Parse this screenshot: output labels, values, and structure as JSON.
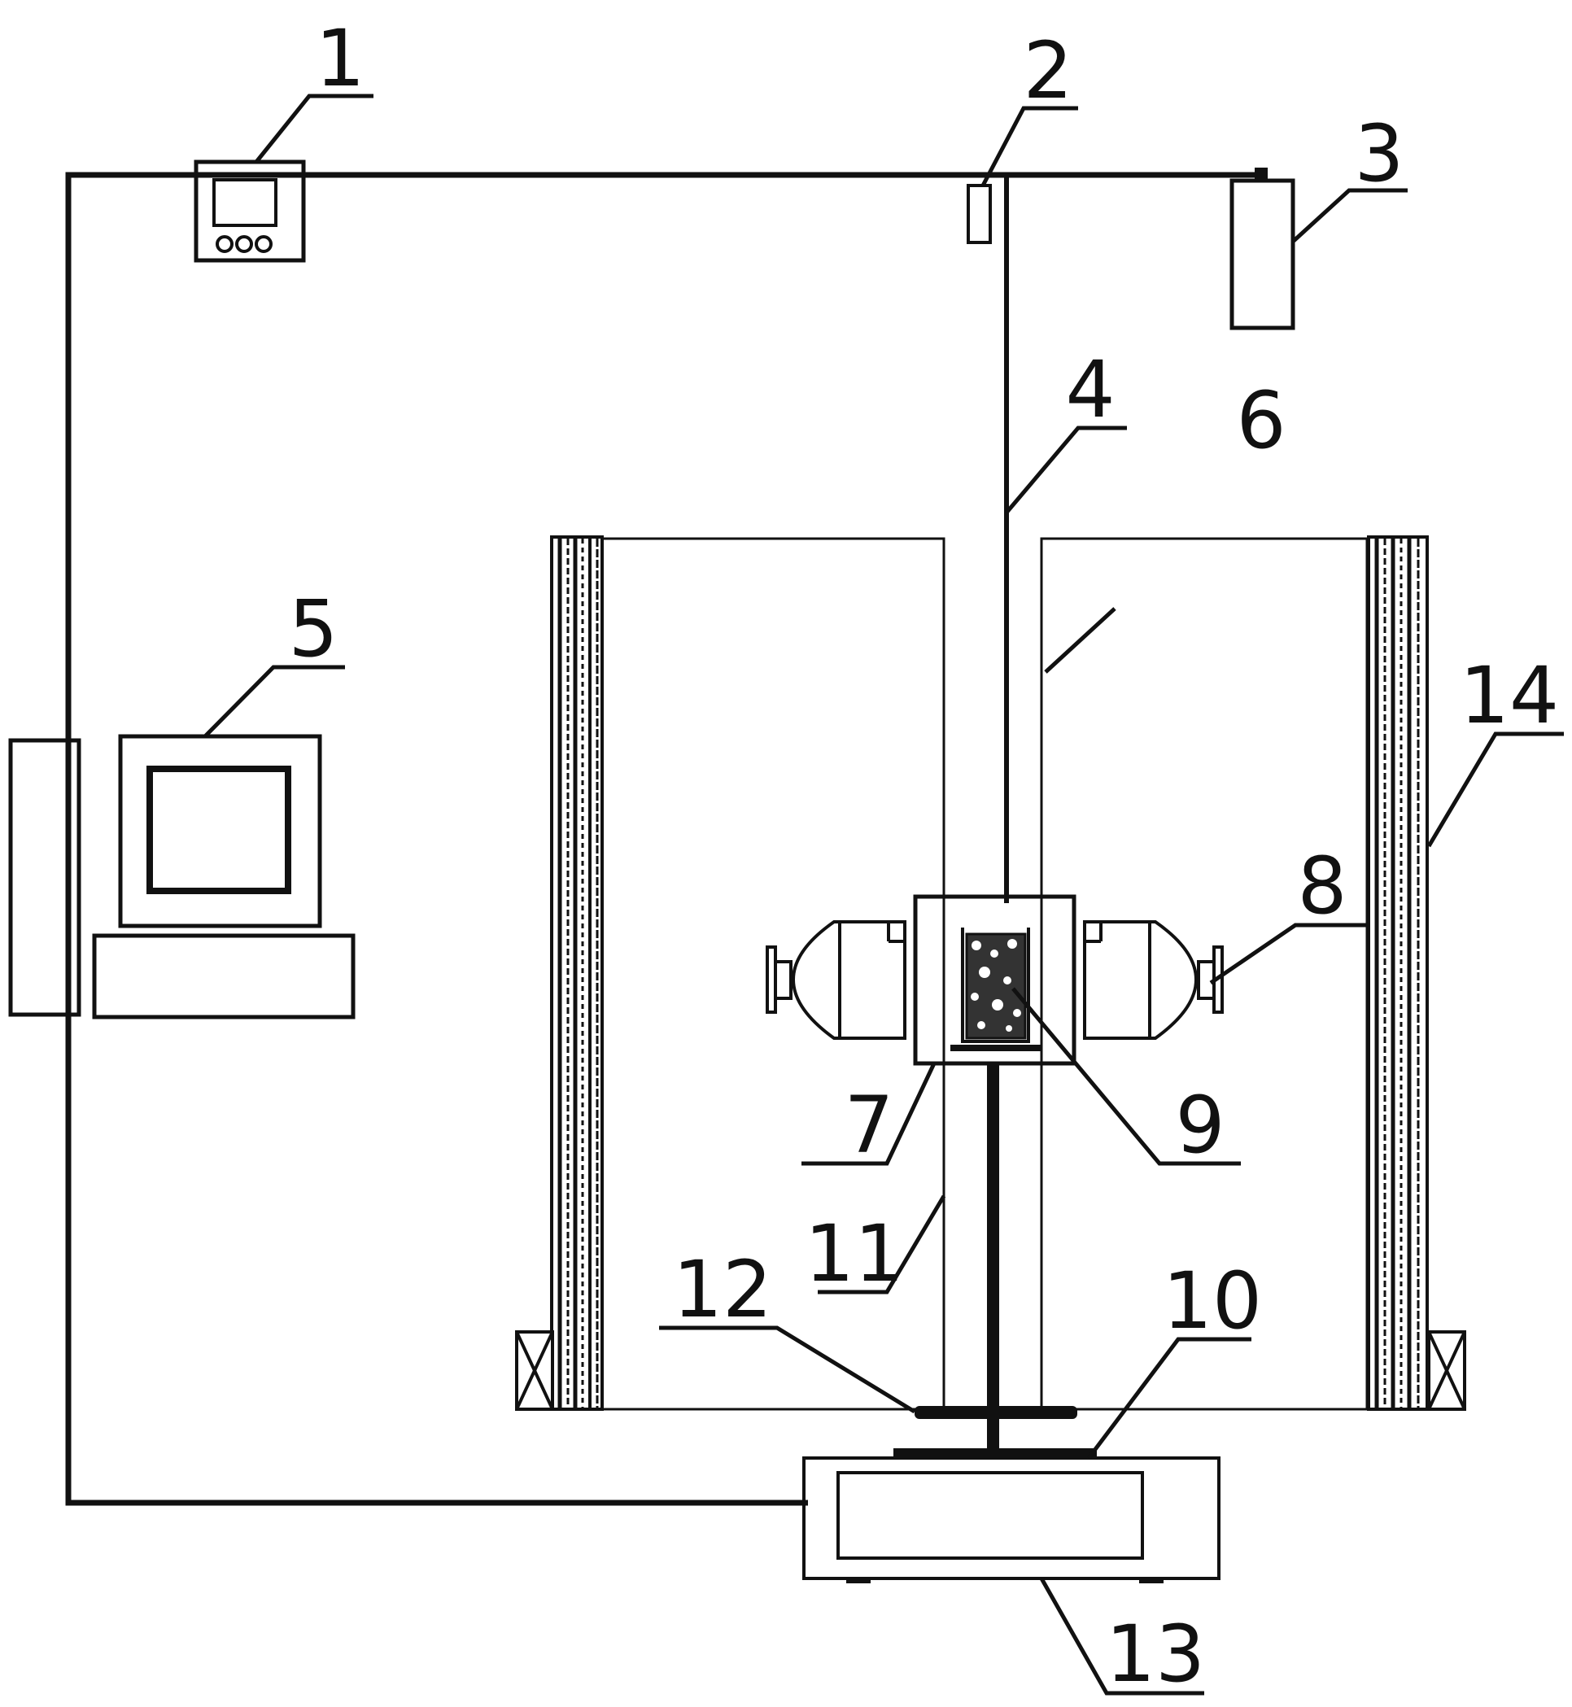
{
  "labels": {
    "l1": "1",
    "l2": "2",
    "l3": "3",
    "l4": "4",
    "l5": "5",
    "l6": "6",
    "l7": "7",
    "l8": "8",
    "l9": "9",
    "l10": "10",
    "l11": "11",
    "l12": "12",
    "l13": "13",
    "l14": "14"
  },
  "colors": {
    "line": "#111111",
    "background": "#ffffff"
  }
}
